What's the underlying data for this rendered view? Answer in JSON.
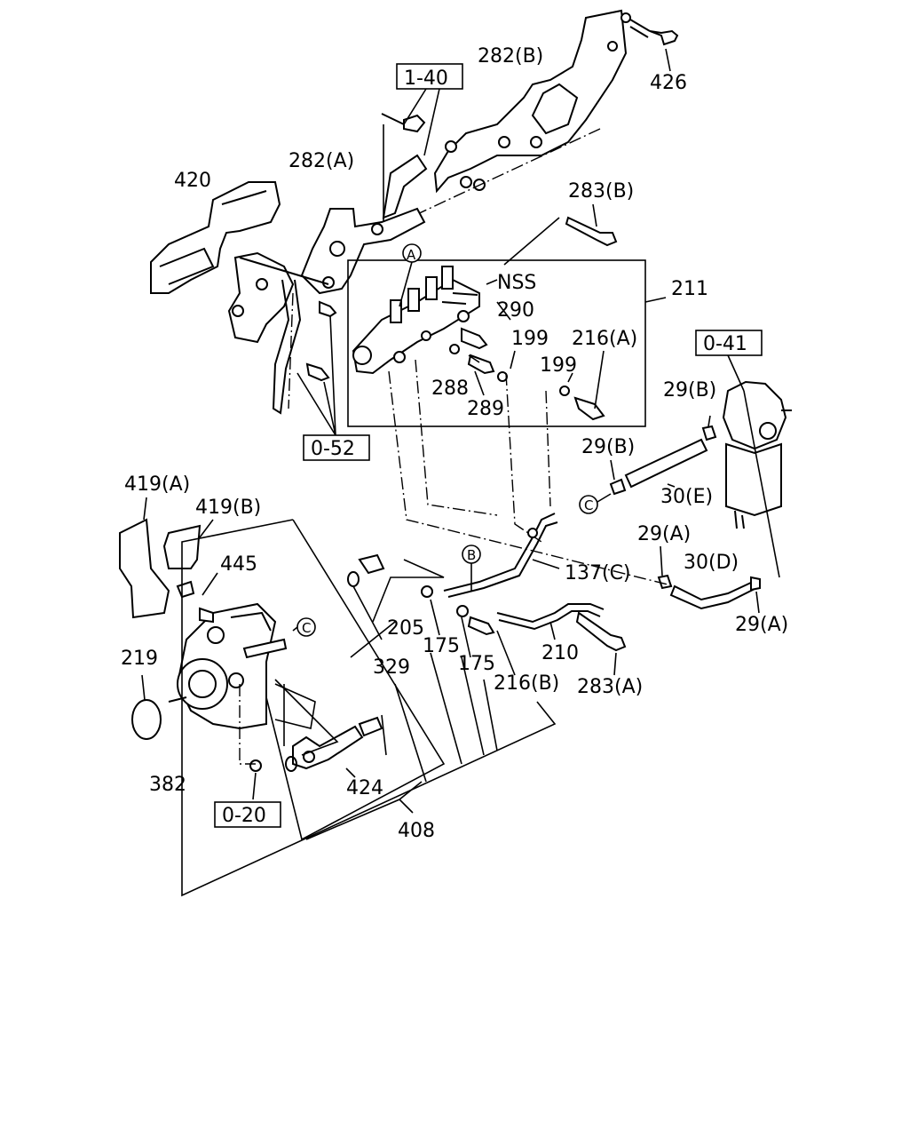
{
  "labels": {
    "p426": "426",
    "p282b": "282(B)",
    "ref140": "1-40",
    "p420": "420",
    "p282a": "282(A)",
    "p283b": "283(B)",
    "pNSS": "NSS",
    "p211": "211",
    "p290": "290",
    "p199a": "199",
    "p216a": "216(A)",
    "p199b": "199",
    "p288": "288",
    "p289": "289",
    "ref041": "0-41",
    "p29b1": "29(B)",
    "p29b2": "29(B)",
    "p30e": "30(E)",
    "ref052": "0-52",
    "p419a": "419(A)",
    "p419b": "419(B)",
    "p445": "445",
    "p29a1": "29(A)",
    "p30d": "30(D)",
    "p137c": "137(C)",
    "p29a2": "29(A)",
    "p205": "205",
    "p175a": "175",
    "p175b": "175",
    "p210": "210",
    "p219": "219",
    "p329": "329",
    "p216b": "216(B)",
    "p283a": "283(A)",
    "p382": "382",
    "p424": "424",
    "ref020": "0-20",
    "p408": "408",
    "markA": "A",
    "markB": "B",
    "markC1": "C",
    "markC2": "C"
  }
}
